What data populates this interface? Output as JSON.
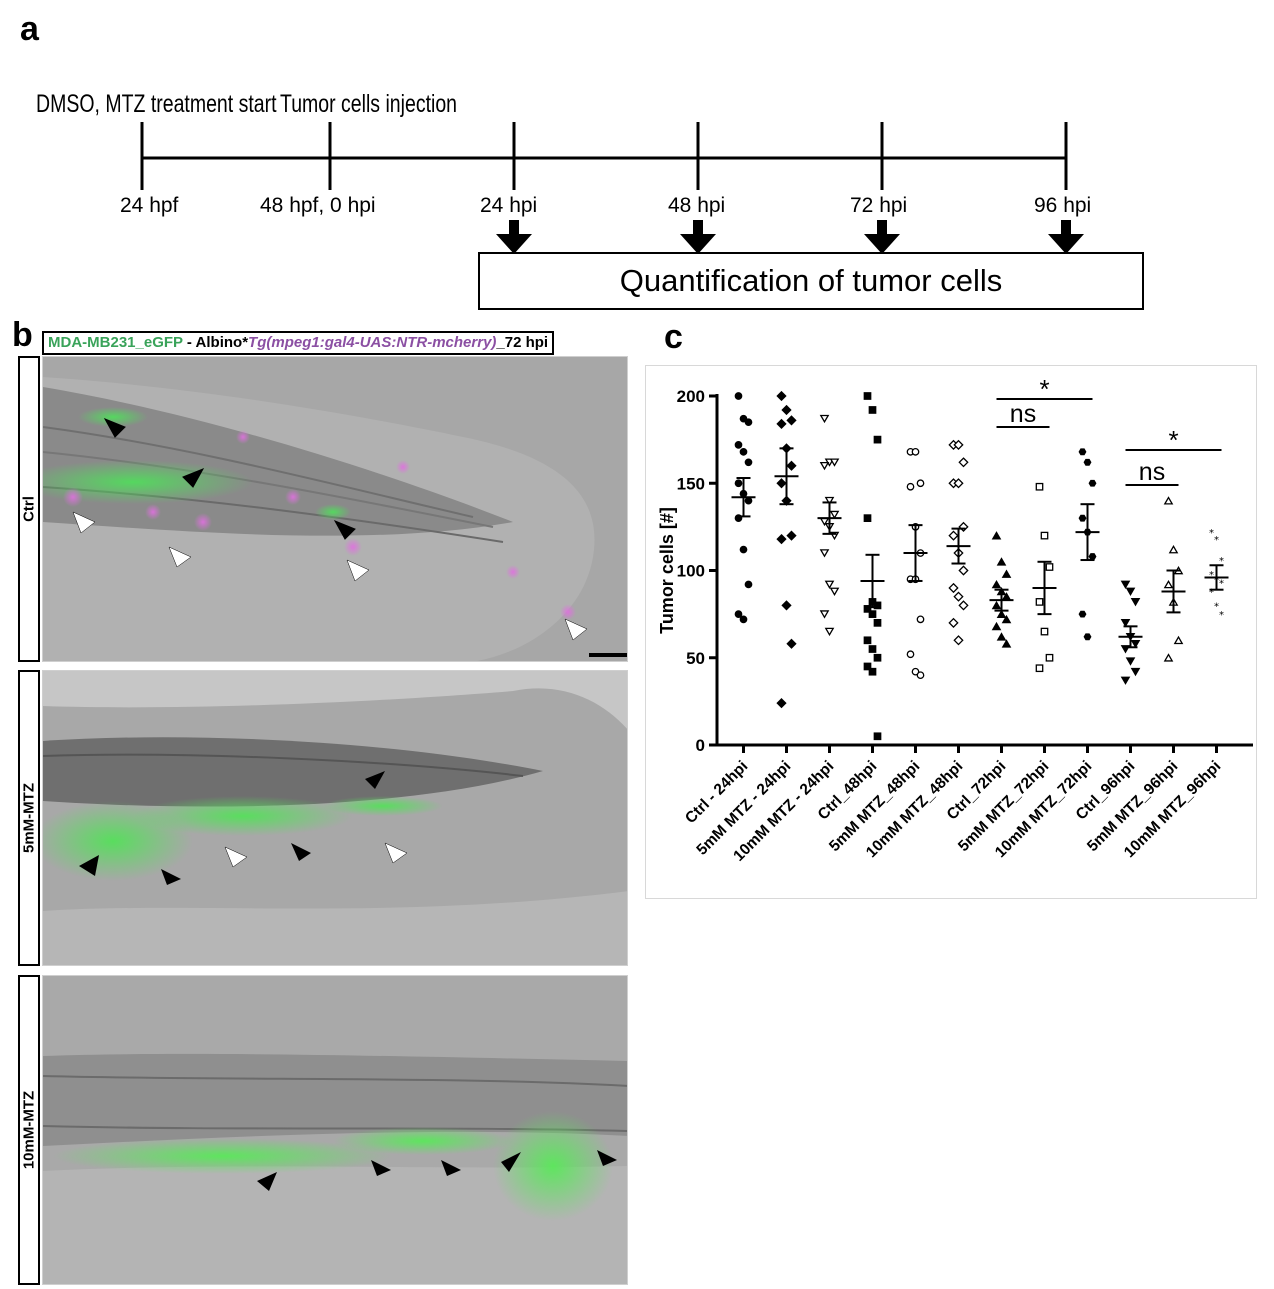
{
  "panels": {
    "a": "a",
    "b": "b",
    "c": "c"
  },
  "timeline": {
    "head_labels": [
      "DMSO, MTZ treatment start",
      "Tumor cells injection"
    ],
    "time_points": [
      "24 hpf",
      "48 hpf, 0 hpi",
      "24 hpi",
      "48 hpi",
      "72 hpi",
      "96 hpi"
    ],
    "box_label": "Quantification of tumor cells"
  },
  "legend": {
    "part1": "MDA-MB231_eGFP",
    "part2": " - Albino*",
    "part3": "Tg(mpeg1:gal4-UAS:NTR-mcherry)",
    "part4": "_72 hpi",
    "colors": {
      "green": "#3aa35a",
      "purple": "#8b4fa3"
    }
  },
  "images": [
    {
      "label": "Ctrl"
    },
    {
      "label": "5mM-MTZ"
    },
    {
      "label": "10mM-MTZ"
    }
  ],
  "chart_data": {
    "type": "scatter",
    "ylabel": "Tumor cells [#]",
    "xlabel": "",
    "ylim": [
      0,
      200
    ],
    "yticks": [
      0,
      50,
      100,
      150,
      200
    ],
    "categories": [
      "Ctrl - 24hpi",
      "5mM MTZ - 24hpi",
      "10mM MTZ - 24hpi",
      "Ctrl_48hpi",
      "5mM MTZ_48hpi",
      "10mM MTZ_48hpi",
      "Ctrl_72hpi",
      "5mM MTZ_72hpi",
      "10mM MTZ_72hpi",
      "Ctrl_96hpi",
      "5mM MTZ_96hpi",
      "10mM MTZ_96hpi"
    ],
    "markers": [
      "circle-filled",
      "diamond-filled",
      "triangle-down-open",
      "square-filled",
      "circle-open",
      "diamond-open",
      "triangle-up-filled",
      "square-open",
      "hexagon-filled",
      "triangle-down-filled",
      "triangle-up-open",
      "star"
    ],
    "groups": [
      {
        "values": [
          200,
          187,
          185,
          172,
          168,
          162,
          150,
          144,
          140,
          130,
          112,
          92,
          75,
          72
        ],
        "mean": 142,
        "sem": 11
      },
      {
        "values": [
          200,
          192,
          186,
          184,
          170,
          160,
          150,
          140,
          120,
          118,
          80,
          58,
          24
        ],
        "mean": 154,
        "sem": 16
      },
      {
        "values": [
          187,
          162,
          162,
          160,
          140,
          132,
          128,
          125,
          120,
          110,
          92,
          88,
          75,
          65
        ],
        "mean": 130,
        "sem": 9
      },
      {
        "values": [
          200,
          192,
          175,
          130,
          82,
          80,
          78,
          75,
          70,
          60,
          55,
          50,
          45,
          42,
          5
        ],
        "mean": 94,
        "sem": 15
      },
      {
        "values": [
          168,
          168,
          150,
          148,
          125,
          110,
          95,
          95,
          72,
          52,
          42,
          40
        ],
        "mean": 110,
        "sem": 16
      },
      {
        "values": [
          172,
          172,
          162,
          150,
          150,
          125,
          120,
          110,
          100,
          90,
          85,
          80,
          70,
          60
        ],
        "mean": 114,
        "sem": 10
      },
      {
        "values": [
          120,
          105,
          98,
          92,
          88,
          85,
          80,
          75,
          72,
          68,
          62,
          58
        ],
        "mean": 83,
        "sem": 6
      },
      {
        "values": [
          148,
          120,
          102,
          82,
          65,
          50,
          44
        ],
        "mean": 90,
        "sem": 15
      },
      {
        "values": [
          168,
          162,
          150,
          130,
          122,
          108,
          75,
          62
        ],
        "mean": 122,
        "sem": 16
      },
      {
        "values": [
          92,
          88,
          82,
          70,
          62,
          58,
          55,
          48,
          42,
          37
        ],
        "mean": 62,
        "sem": 6
      },
      {
        "values": [
          140,
          112,
          100,
          92,
          82,
          60,
          50
        ],
        "mean": 88,
        "sem": 12
      },
      {
        "values": [
          122,
          118,
          106,
          98,
          95,
          93,
          88,
          80,
          75
        ],
        "mean": 96,
        "sem": 7
      }
    ],
    "significance": [
      {
        "from": 6,
        "to": 7,
        "label": "ns"
      },
      {
        "from": 6,
        "to": 8,
        "label": "*"
      },
      {
        "from": 9,
        "to": 10,
        "label": "ns"
      },
      {
        "from": 9,
        "to": 11,
        "label": "*"
      }
    ]
  }
}
